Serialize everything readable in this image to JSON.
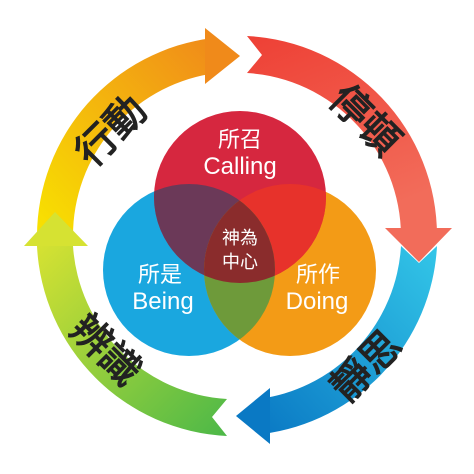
{
  "ring": {
    "top_left": "行動",
    "top_right": "停頓",
    "bottom_right": "靜思",
    "bottom_left": "辨識"
  },
  "circles": {
    "calling": {
      "cn": "所召",
      "en": "Calling",
      "color": "#d6273f"
    },
    "being": {
      "cn": "所是",
      "en": "Being",
      "color": "#1aa7df"
    },
    "doing": {
      "cn": "所作",
      "en": "Doing",
      "color": "#f39b16"
    }
  },
  "center": {
    "line1": "神為",
    "line2": "中心"
  },
  "colors": {
    "ring_top_left": "#f3a21e",
    "ring_top_right": "#ea3a3a",
    "ring_bottom_right": "#0f9fd8",
    "ring_bottom_left": "#8cc63e"
  }
}
